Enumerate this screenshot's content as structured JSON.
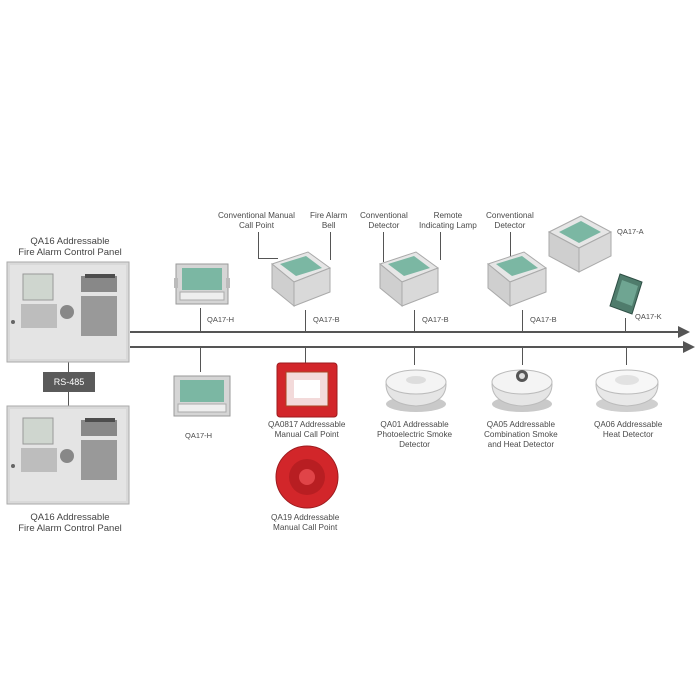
{
  "panels": [
    {
      "title_line1": "QA16 Addressable",
      "title_line2": "Fire Alarm Control Panel"
    },
    {
      "title_line1": "QA16 Addressable",
      "title_line2": "Fire Alarm Control Panel"
    }
  ],
  "bus_label": "RS-485",
  "top_labels": {
    "conv_manual_line1": "Conventional Manual",
    "conv_manual_line2": "Call Point",
    "fire_alarm_bell_line1": "Fire Alarm",
    "fire_alarm_bell_line2": "Bell",
    "conv_detector1_line1": "Conventional",
    "conv_detector1_line2": "Detector",
    "remote_lamp_line1": "Remote",
    "remote_lamp_line2": "Indicating Lamp",
    "conv_detector2_line1": "Conventional",
    "conv_detector2_line2": "Detector"
  },
  "module_labels": {
    "qa17h_top": "QA17-H",
    "qa17b_1": "QA17-B",
    "qa17b_2": "QA17-B",
    "qa17b_3": "QA17-B",
    "qa17a": "QA17-A",
    "qa17k": "QA17-K",
    "qa17h_bottom": "QA17-H"
  },
  "devices": {
    "qa0817_line1": "QA0817  Addressable",
    "qa0817_line2": "Manual Call Point",
    "qa01_line1": "QA01 Addressable",
    "qa01_line2": "Photoelectric Smoke",
    "qa01_line3": "Detector",
    "qa05_line1": "QA05 Addressable",
    "qa05_line2": "Combination Smoke",
    "qa05_line3": "and Heat Detector",
    "qa06_line1": "QA06 Addressable",
    "qa06_line2": "Heat Detector",
    "qa19_line1": "QA19  Addressable",
    "qa19_line2": "Manual Call Point"
  },
  "colors": {
    "line": "#555555",
    "panel_body": "#dcdcdc",
    "module_green": "#7bb7a3",
    "call_point_red": "#d2262a"
  }
}
